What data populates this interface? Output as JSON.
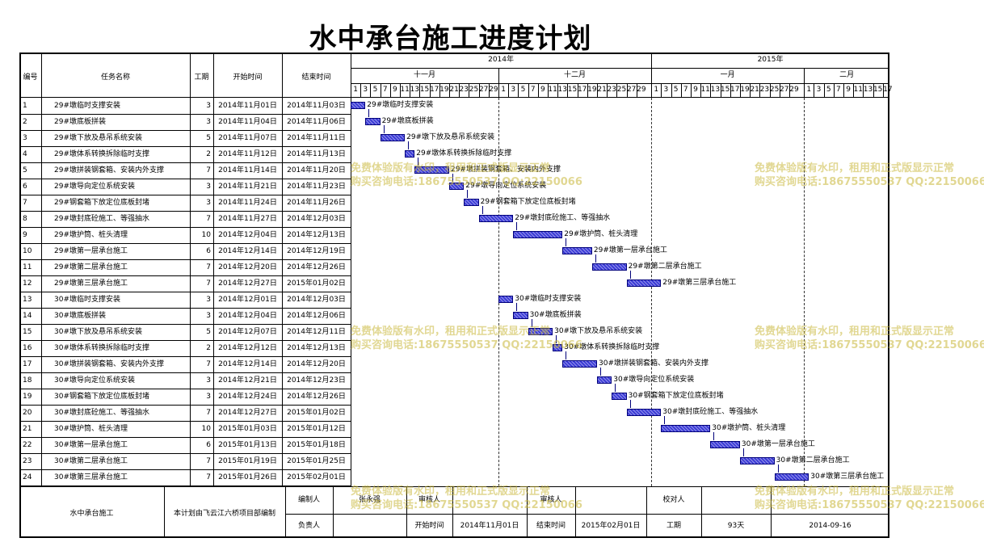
{
  "title": "水中承台施工进度计划",
  "headers": {
    "num": "编号",
    "name": "任务名称",
    "dur": "工期",
    "start": "开始时间",
    "end": "结束时间"
  },
  "years": [
    "2014年",
    "2015年"
  ],
  "months": [
    "十一月",
    "十二月",
    "一月",
    "二月"
  ],
  "day_labels": {
    "nov": [
      "1",
      "3",
      "5",
      "7",
      "9",
      "11",
      "13",
      "15",
      "17",
      "19",
      "21",
      "23",
      "25",
      "27",
      "29"
    ],
    "dec": [
      "1",
      "3",
      "5",
      "7",
      "9",
      "11",
      "13",
      "15",
      "17",
      "19",
      "21",
      "23",
      "25",
      "27",
      "29"
    ],
    "jan": [
      "1",
      "3",
      "5",
      "7",
      "9",
      "11",
      "13",
      "15",
      "17",
      "19",
      "21",
      "23",
      "25",
      "27",
      "29"
    ],
    "feb": [
      "1",
      "3",
      "5",
      "7",
      "9",
      "11",
      "13",
      "15",
      "17"
    ]
  },
  "tasks": [
    {
      "id": "1",
      "name": "29#墩临时支撑安装",
      "dur": "3",
      "start": "2014年11月01日",
      "end": "2014年11月03日",
      "s": 1,
      "d": 3
    },
    {
      "id": "2",
      "name": "29#墩底板拼装",
      "dur": "3",
      "start": "2014年11月04日",
      "end": "2014年11月06日",
      "s": 4,
      "d": 3
    },
    {
      "id": "3",
      "name": "29#墩下放及悬吊系统安装",
      "dur": "5",
      "start": "2014年11月07日",
      "end": "2014年11月11日",
      "s": 7,
      "d": 5
    },
    {
      "id": "4",
      "name": "29#墩体系转换拆除临时支撑",
      "dur": "2",
      "start": "2014年11月12日",
      "end": "2014年11月13日",
      "s": 12,
      "d": 2
    },
    {
      "id": "5",
      "name": "29#墩拼装钢套箱、安装内外支撑",
      "dur": "7",
      "start": "2014年11月14日",
      "end": "2014年11月20日",
      "s": 14,
      "d": 7
    },
    {
      "id": "6",
      "name": "29#墩导向定位系统安装",
      "dur": "3",
      "start": "2014年11月21日",
      "end": "2014年11月23日",
      "s": 21,
      "d": 3
    },
    {
      "id": "7",
      "name": "29#钢套箱下放定位底板封堵",
      "dur": "3",
      "start": "2014年11月24日",
      "end": "2014年11月26日",
      "s": 24,
      "d": 3
    },
    {
      "id": "8",
      "name": "29#墩封底砼施工、等强抽水",
      "dur": "7",
      "start": "2014年11月27日",
      "end": "2014年12月03日",
      "s": 27,
      "d": 7
    },
    {
      "id": "9",
      "name": "29#墩护筒、桩头清理",
      "dur": "10",
      "start": "2014年12月04日",
      "end": "2014年12月13日",
      "s": 34,
      "d": 10
    },
    {
      "id": "10",
      "name": "29#墩第一层承台施工",
      "dur": "6",
      "start": "2014年12月14日",
      "end": "2014年12月19日",
      "s": 44,
      "d": 6
    },
    {
      "id": "11",
      "name": "29#墩第二层承台施工",
      "dur": "7",
      "start": "2014年12月20日",
      "end": "2014年12月26日",
      "s": 50,
      "d": 7
    },
    {
      "id": "12",
      "name": "29#墩第三层承台施工",
      "dur": "7",
      "start": "2014年12月27日",
      "end": "2015年01月02日",
      "s": 57,
      "d": 7
    },
    {
      "id": "13",
      "name": "30#墩临时支撑安装",
      "dur": "3",
      "start": "2014年12月01日",
      "end": "2014年12月03日",
      "s": 31,
      "d": 3
    },
    {
      "id": "14",
      "name": "30#墩底板拼装",
      "dur": "3",
      "start": "2014年12月04日",
      "end": "2014年12月06日",
      "s": 34,
      "d": 3
    },
    {
      "id": "15",
      "name": "30#墩下放及悬吊系统安装",
      "dur": "5",
      "start": "2014年12月07日",
      "end": "2014年12月11日",
      "s": 37,
      "d": 5
    },
    {
      "id": "16",
      "name": "30#墩体系转换拆除临时支撑",
      "dur": "2",
      "start": "2014年12月12日",
      "end": "2014年12月13日",
      "s": 42,
      "d": 2
    },
    {
      "id": "17",
      "name": "30#墩拼装钢套箱、安装内外支撑",
      "dur": "7",
      "start": "2014年12月14日",
      "end": "2014年12月20日",
      "s": 44,
      "d": 7
    },
    {
      "id": "18",
      "name": "30#墩导向定位系统安装",
      "dur": "3",
      "start": "2014年12月21日",
      "end": "2014年12月23日",
      "s": 51,
      "d": 3
    },
    {
      "id": "19",
      "name": "30#钢套箱下放定位底板封堵",
      "dur": "3",
      "start": "2014年12月24日",
      "end": "2014年12月26日",
      "s": 54,
      "d": 3
    },
    {
      "id": "20",
      "name": "30#墩封底砼施工、等强抽水",
      "dur": "7",
      "start": "2014年12月27日",
      "end": "2015年01月02日",
      "s": 57,
      "d": 7
    },
    {
      "id": "21",
      "name": "30#墩护筒、桩头清理",
      "dur": "10",
      "start": "2015年01月03日",
      "end": "2015年01月12日",
      "s": 64,
      "d": 10
    },
    {
      "id": "22",
      "name": "30#墩第一层承台施工",
      "dur": "6",
      "start": "2015年01月13日",
      "end": "2015年01月18日",
      "s": 74,
      "d": 6
    },
    {
      "id": "23",
      "name": "30#墩第二层承台施工",
      "dur": "7",
      "start": "2015年01月19日",
      "end": "2015年01月25日",
      "s": 80,
      "d": 7
    },
    {
      "id": "24",
      "name": "30#墩第三层承台施工",
      "dur": "7",
      "start": "2015年01月26日",
      "end": "2015年02月01日",
      "s": 87,
      "d": 7
    }
  ],
  "footer": {
    "project": "水中承台施工",
    "org": "本计划由飞云江六桥项目部编制",
    "editor_label": "编制人",
    "editor": "张永强",
    "reviewer_label": "审核人",
    "approver_label": "审核人",
    "checker_label": "校对人",
    "owner_label": "负责人",
    "start_label": "开始时间",
    "start": "2014年11月01日",
    "end_label": "结束时间",
    "end": "2015年02月01日",
    "dur_label": "工期",
    "dur": "93天",
    "date": "2014-09-16"
  },
  "watermark": {
    "line1": "免费体验版有水印，租用和正式版显示正常",
    "line2": "购买咨询电话:18675550537 QQ:22150066"
  },
  "colors": {
    "bar": "#3b3bd6",
    "watermark": "#c9b83a"
  }
}
